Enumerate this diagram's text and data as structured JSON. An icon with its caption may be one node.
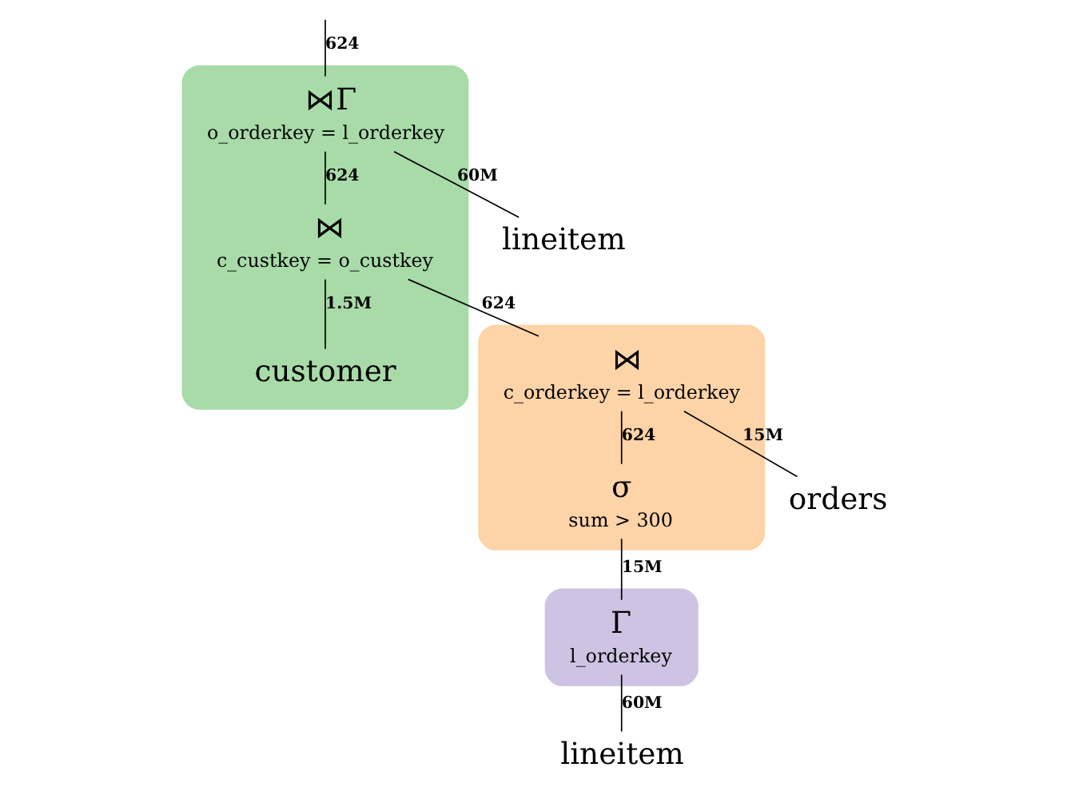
{
  "diagram": {
    "nodes": [
      {
        "text": [],
        "shape": "band"
      },
      {
        "text": [
          "⋈Γ",
          "o_orderkey = l_orderkey"
        ],
        "in": 0
      },
      {
        "text": [
          "lineitem"
        ]
      },
      {
        "text": [
          "⋈",
          "c_custkey = o_custkey"
        ],
        "in": 0
      },
      {
        "text": [
          "customer"
        ],
        "in": 0
      },
      {
        "text": [],
        "shape": "band"
      },
      {
        "text": [
          "⋈",
          "c_orderkey = l_orderkey"
        ],
        "in": 5
      },
      {
        "text": [
          "orders"
        ]
      },
      {
        "text": [
          "σ",
          "sum > 300"
        ],
        "in": 5
      },
      {
        "text": [],
        "shape": "band"
      },
      {
        "text": [
          "Γ",
          "l_orderkey"
        ],
        "in": 9
      },
      {
        "text": [
          "lineitem"
        ]
      }
    ],
    "edges": [
      {
        "from": null,
        "to": 1,
        "arrow": "none",
        "label": "624"
      },
      {
        "from": 1,
        "to": 2,
        "arrow": "none",
        "label": "60M"
      },
      {
        "from": 1,
        "to": 3,
        "arrow": "none",
        "label": "624"
      },
      {
        "from": 3,
        "to": 4,
        "arrow": "none",
        "label": "1.5M"
      },
      {
        "from": 3,
        "to": 6,
        "arrow": "none",
        "label": "624"
      },
      {
        "from": 6,
        "to": 7,
        "arrow": "none",
        "label": "15M"
      },
      {
        "from": 6,
        "to": 8,
        "arrow": "none",
        "label": "624"
      },
      {
        "from": 8,
        "to": 10,
        "arrow": "none",
        "label": "15M"
      },
      {
        "from": 10,
        "to": 11,
        "arrow": "none",
        "label": "60M"
      }
    ]
  }
}
